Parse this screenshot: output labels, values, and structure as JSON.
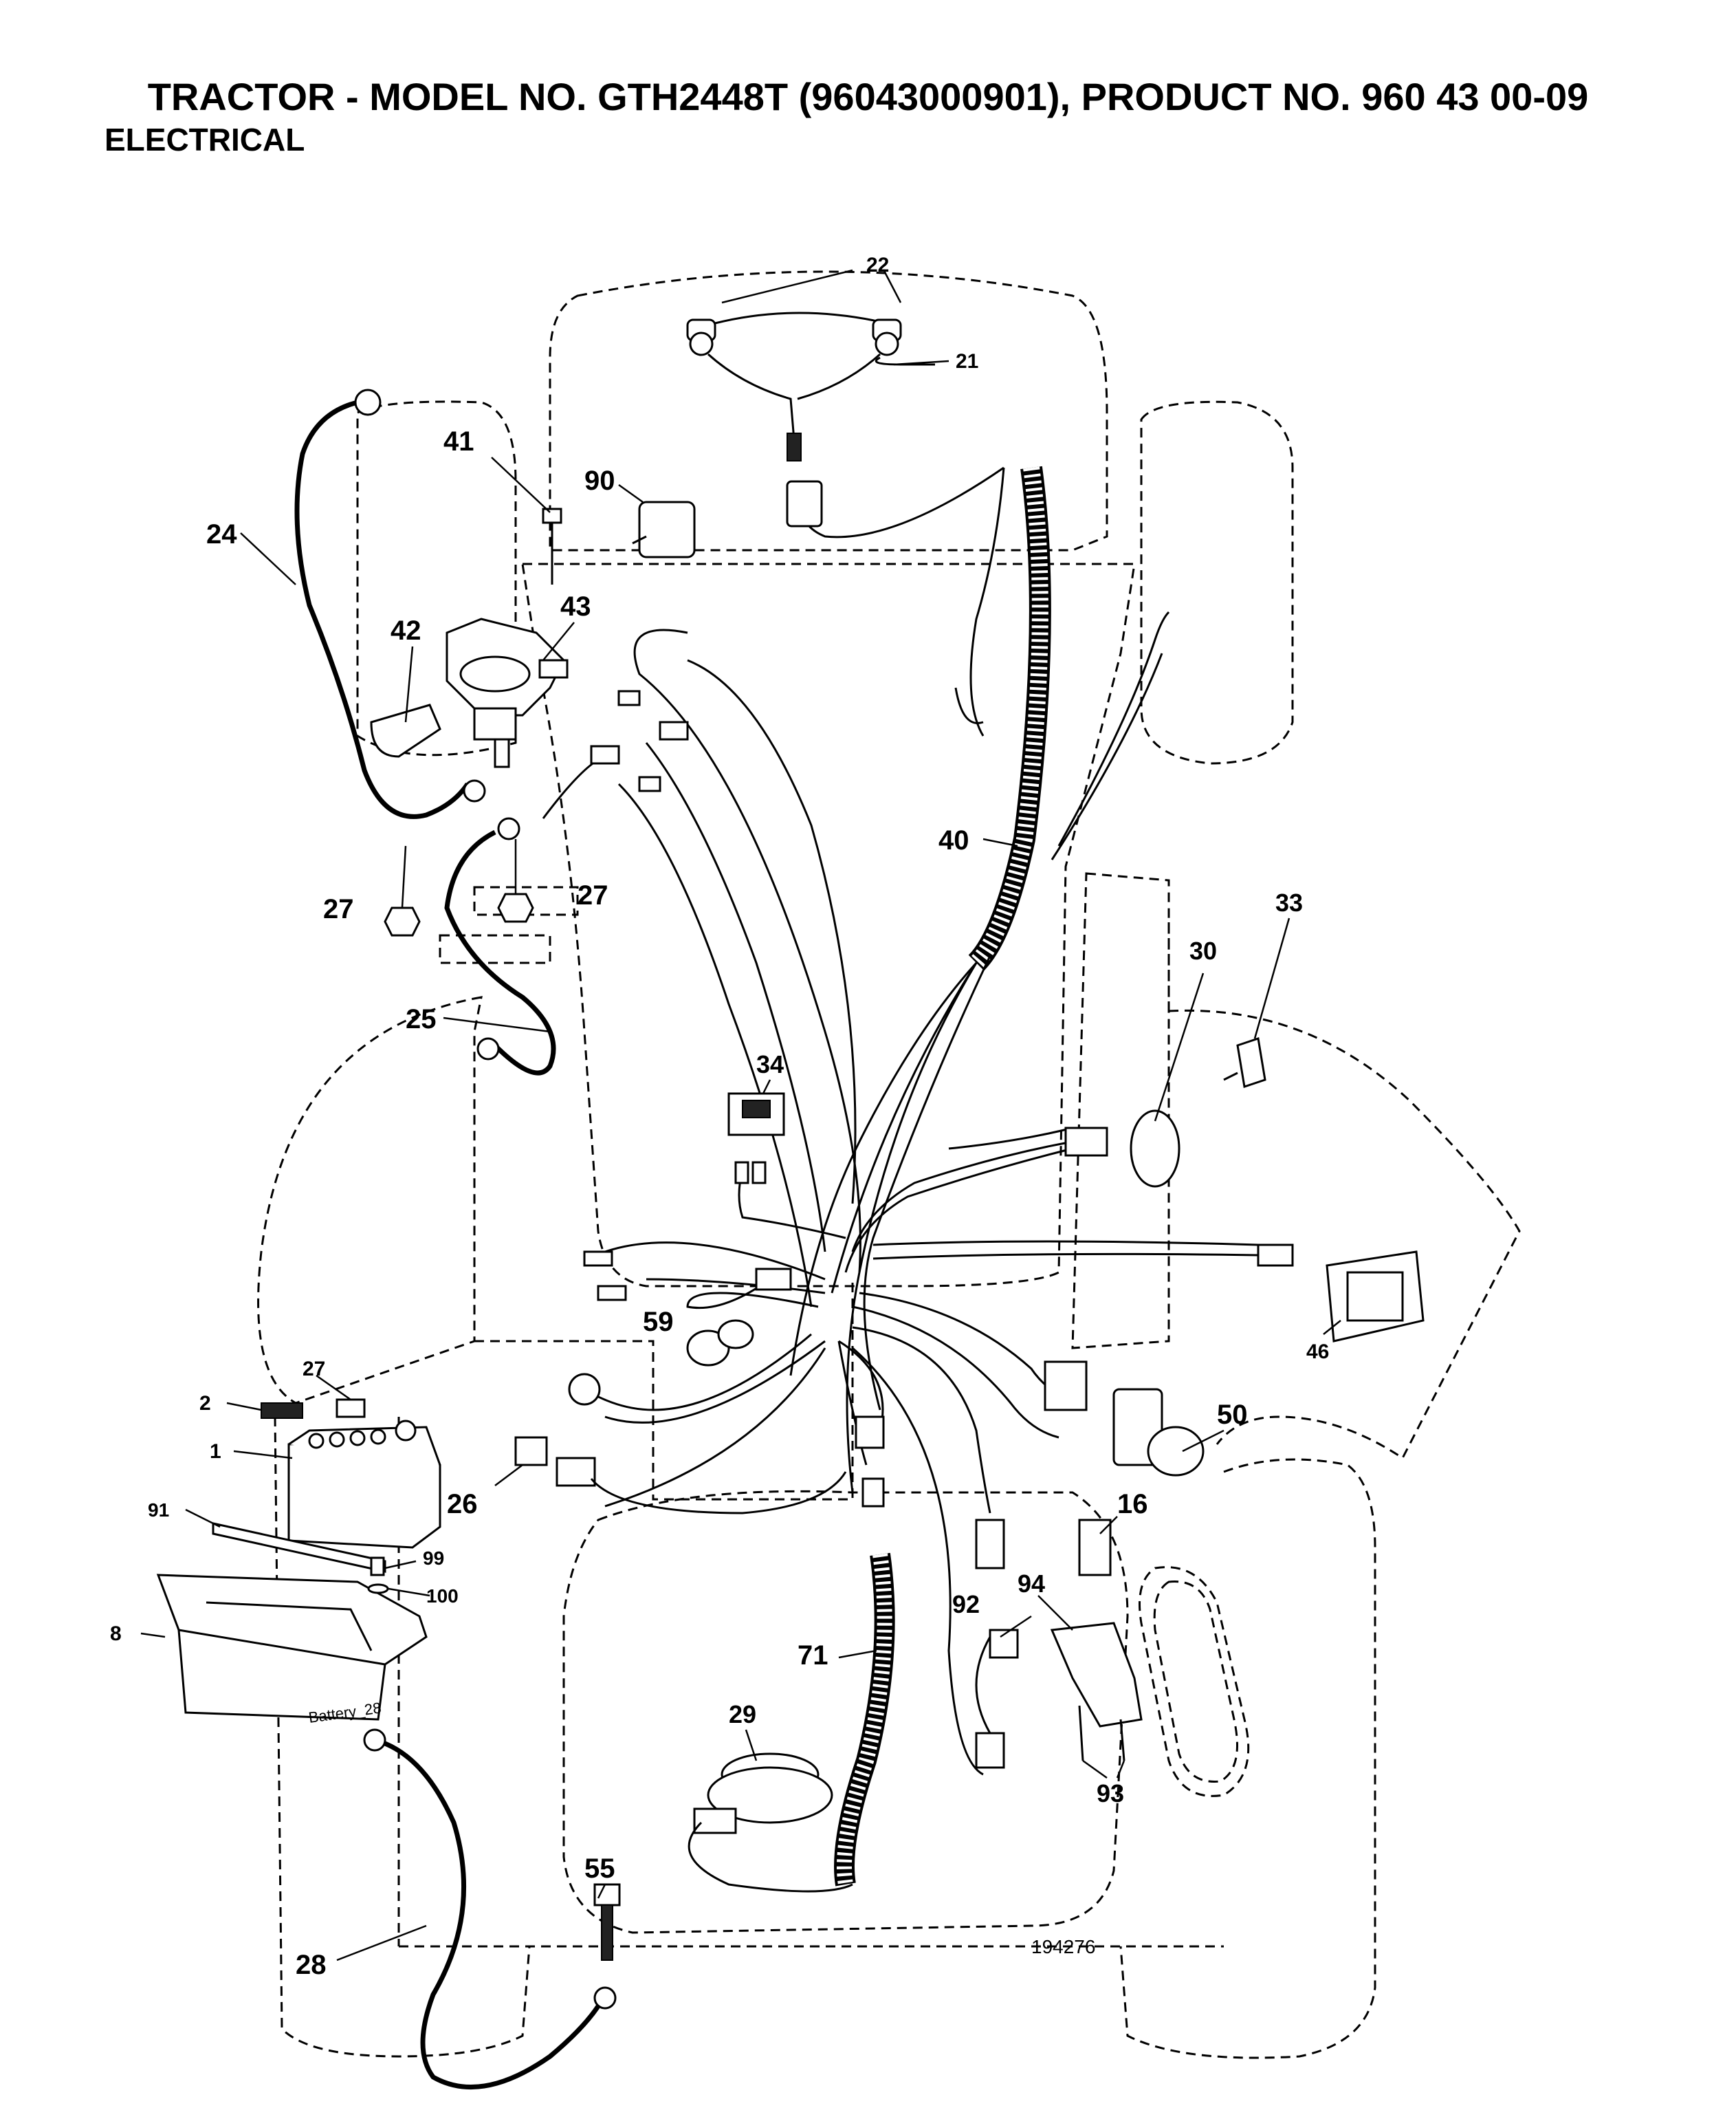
{
  "header": {
    "title": "TRACTOR - MODEL NO. GTH2448T (96043000901), PRODUCT NO. 960 43 00-09",
    "section": "ELECTRICAL"
  },
  "diagram": {
    "drawing_number": "194276",
    "battery_label": "Battery_28",
    "callouts": [
      {
        "id": "c22",
        "label": "22"
      },
      {
        "id": "c21",
        "label": "21"
      },
      {
        "id": "c41",
        "label": "41"
      },
      {
        "id": "c90",
        "label": "90"
      },
      {
        "id": "c24",
        "label": "24"
      },
      {
        "id": "c42",
        "label": "42"
      },
      {
        "id": "c43",
        "label": "43"
      },
      {
        "id": "c40",
        "label": "40"
      },
      {
        "id": "c27a",
        "label": "27"
      },
      {
        "id": "c27b",
        "label": "27"
      },
      {
        "id": "c33",
        "label": "33"
      },
      {
        "id": "c30",
        "label": "30"
      },
      {
        "id": "c25",
        "label": "25"
      },
      {
        "id": "c34",
        "label": "34"
      },
      {
        "id": "c59",
        "label": "59"
      },
      {
        "id": "c46",
        "label": "46"
      },
      {
        "id": "c2",
        "label": "2"
      },
      {
        "id": "c27c",
        "label": "27"
      },
      {
        "id": "c1",
        "label": "1"
      },
      {
        "id": "c50",
        "label": "50"
      },
      {
        "id": "c26",
        "label": "26"
      },
      {
        "id": "c16",
        "label": "16"
      },
      {
        "id": "c91",
        "label": "91"
      },
      {
        "id": "c99",
        "label": "99"
      },
      {
        "id": "c100",
        "label": "100"
      },
      {
        "id": "c8",
        "label": "8"
      },
      {
        "id": "c92",
        "label": "92"
      },
      {
        "id": "c94",
        "label": "94"
      },
      {
        "id": "c71",
        "label": "71"
      },
      {
        "id": "c29",
        "label": "29"
      },
      {
        "id": "c93",
        "label": "93"
      },
      {
        "id": "c55",
        "label": "55"
      },
      {
        "id": "c28",
        "label": "28"
      }
    ]
  }
}
